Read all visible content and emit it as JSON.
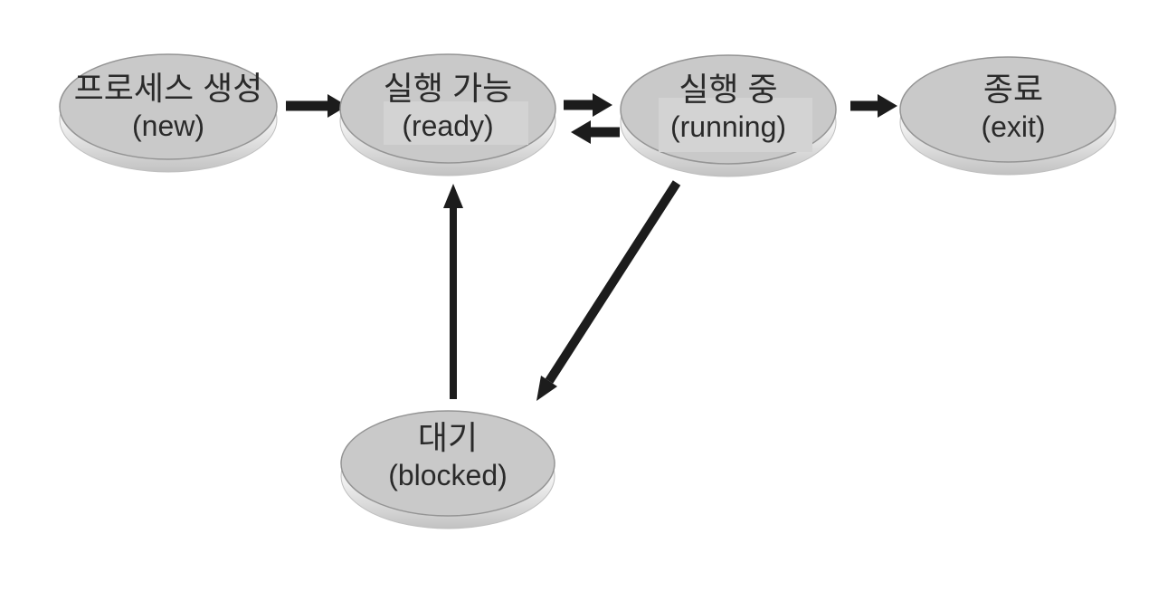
{
  "diagram": {
    "type": "state-transition-diagram",
    "nodes": [
      {
        "id": "new",
        "label_ko": "프로세스 생성",
        "label_en": "(new)"
      },
      {
        "id": "ready",
        "label_ko": "실행 가능",
        "label_en": "(ready)"
      },
      {
        "id": "running",
        "label_ko": "실행 중",
        "label_en": "(running)"
      },
      {
        "id": "exit",
        "label_ko": "종료",
        "label_en": "(exit)"
      },
      {
        "id": "blocked",
        "label_ko": "대기",
        "label_en": "(blocked)"
      }
    ],
    "edges": [
      {
        "from": "new",
        "to": "ready"
      },
      {
        "from": "ready",
        "to": "running"
      },
      {
        "from": "running",
        "to": "ready"
      },
      {
        "from": "running",
        "to": "exit"
      },
      {
        "from": "running",
        "to": "blocked"
      },
      {
        "from": "blocked",
        "to": "ready"
      }
    ],
    "colors": {
      "node_fill": "#c9c9c9",
      "node_border": "#949494",
      "patch_fill": "#d3d3d3",
      "arrow": "#1c1c1c",
      "text": "#2a2a2a",
      "background": "#ffffff"
    }
  }
}
